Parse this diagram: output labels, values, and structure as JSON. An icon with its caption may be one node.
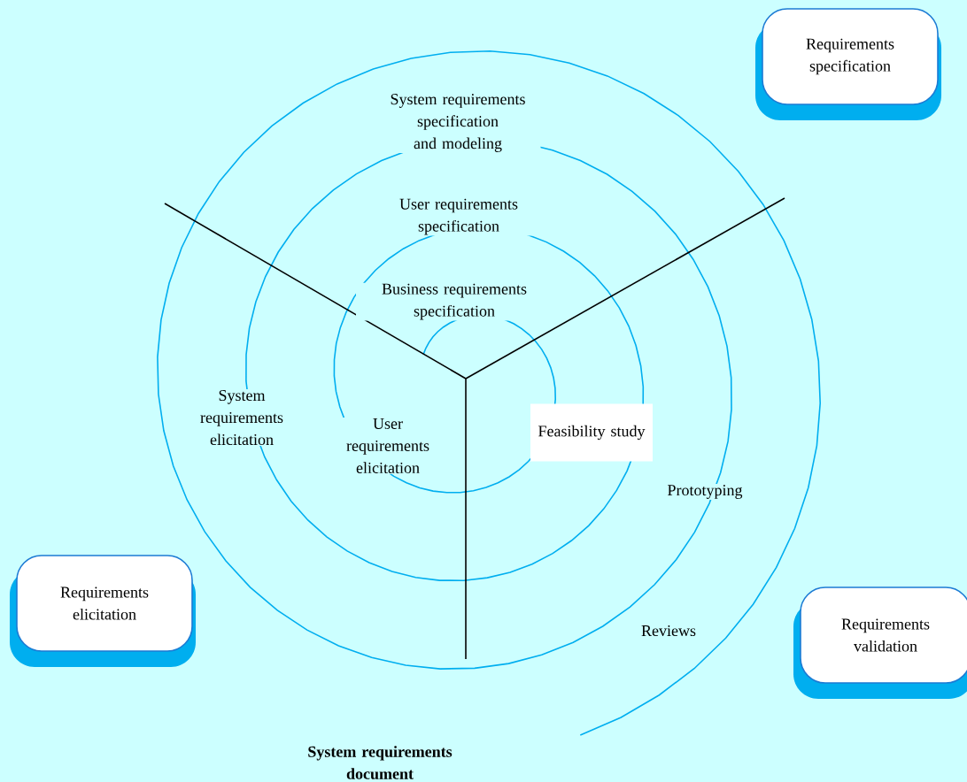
{
  "diagram": {
    "nodes": [
      {
        "text": [
          "Requirements specification"
        ]
      },
      {
        "text": [
          "Feasibility study"
        ]
      },
      {
        "text": [
          "Requirements elicitation"
        ]
      },
      {
        "text": [
          "Requirements validation"
        ]
      }
    ],
    "labels": [
      "System requirements specification and modeling",
      "User requirements specification",
      "Business requirements specification",
      "System requirements elicitation",
      "User requirements elicitation",
      "Prototyping",
      "Reviews",
      "System requirements document"
    ]
  }
}
